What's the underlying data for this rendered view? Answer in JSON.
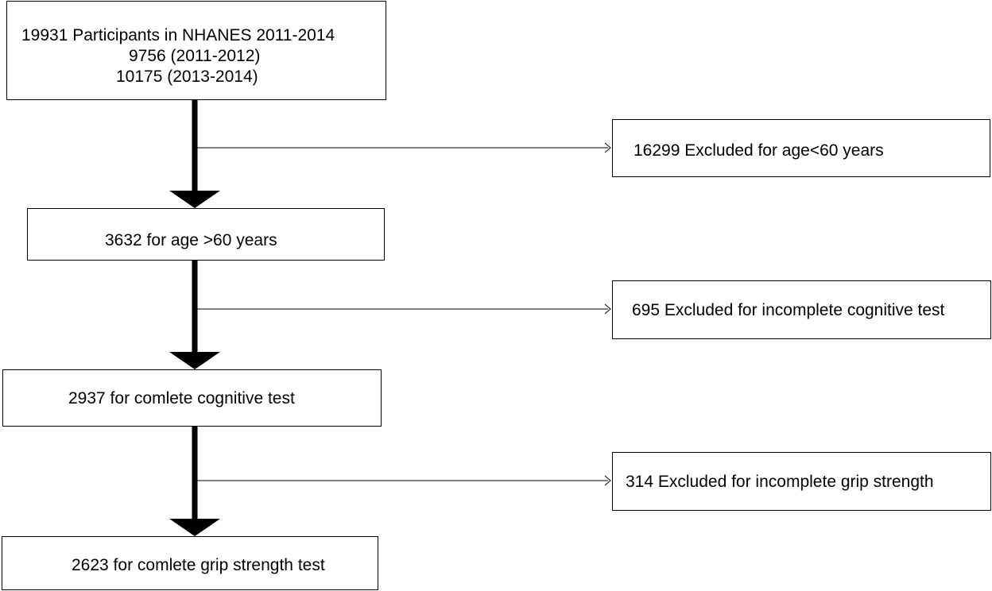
{
  "flowchart": {
    "start": {
      "line1": "19931 Participants in NHANES 2011-2014",
      "line2": "9756 (2011-2012)",
      "line3": "10175 (2013-2014)"
    },
    "steps": [
      {
        "label": "3632 for age >60 years"
      },
      {
        "label": "2937 for comlete cognitive test"
      },
      {
        "label": "2623 for comlete grip strength test"
      }
    ],
    "exclusions": [
      {
        "label": "16299 Excluded for age<60 years"
      },
      {
        "label": "695 Excluded for incomplete cognitive test"
      },
      {
        "label": "314 Excluded for incomplete grip strength"
      }
    ]
  }
}
